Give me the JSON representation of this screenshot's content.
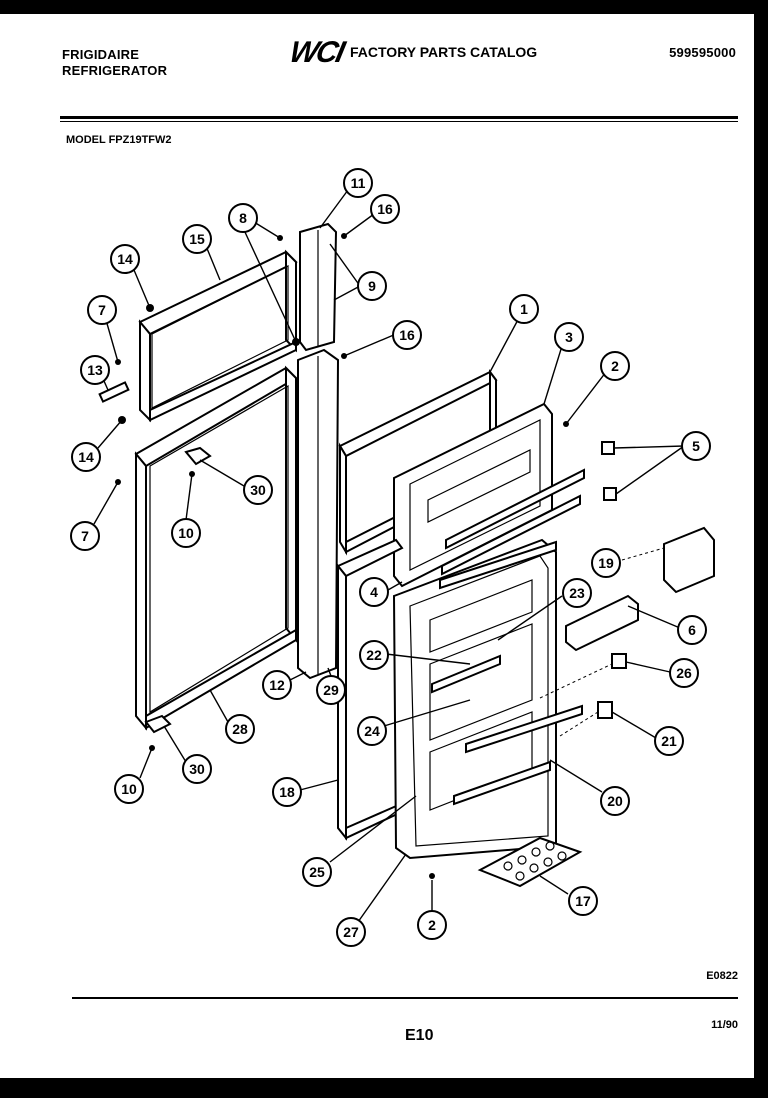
{
  "header": {
    "brand_line1": "FRIGIDAIRE",
    "brand_line2": "REFRIGERATOR",
    "logo": "WCI",
    "catalog_title": "FACTORY PARTS CATALOG",
    "serial": "599595000",
    "model": "MODEL FPZ19TFW2"
  },
  "footer": {
    "diagram_code": "E0822",
    "page": "E10",
    "date": "11/90"
  },
  "callouts": [
    "11",
    "16",
    "8",
    "9",
    "15",
    "14",
    "7",
    "13",
    "14",
    "7",
    "10",
    "30",
    "16",
    "1",
    "3",
    "2",
    "5",
    "19",
    "4",
    "23",
    "6",
    "22",
    "26",
    "24",
    "21",
    "12",
    "29",
    "28",
    "30",
    "10",
    "18",
    "20",
    "25",
    "17",
    "27",
    "2"
  ]
}
